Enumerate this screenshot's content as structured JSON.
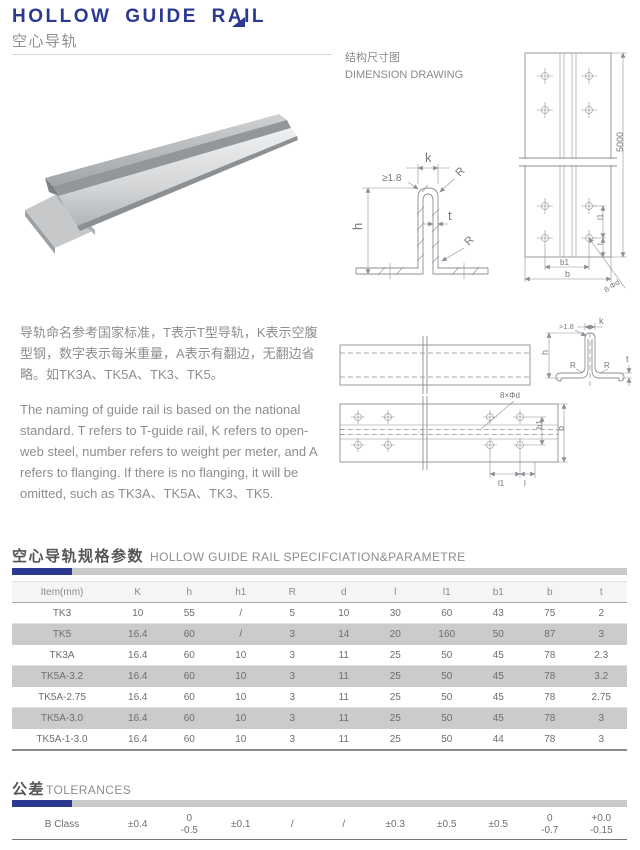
{
  "header": {
    "title": "HOLLOW GUIDE RAIL",
    "subtitle_cn": "空心导轨"
  },
  "drawing_caption": {
    "cn": "结构尺寸图",
    "en": "DIMENSION DRAWING"
  },
  "description": {
    "cn": "导轨命名参考国家标准，T表示T型导轨，K表示空腹型钢，数字表示每米重量，A表示有翻边，无翻边省略。如TK3A、TK5A、TK3、TK5。",
    "en": "The naming of guide rail is based on the national standard. T refers to T-guide rail, K refers to open-web steel, number refers to weight per meter, and A refers to flanging. If there is no flanging, it will be omitted, such as TK3A、TK5A、TK3、TK5."
  },
  "annotations": {
    "k": "k",
    "h": "h",
    "t": "t",
    "r": "R",
    "min_thk": "≥1.8",
    "min_thk2": ">1.8",
    "len": "5000",
    "l1": "l1",
    "l": "l",
    "b1": "b1",
    "b": "b",
    "holes_dash": "8-Φd",
    "holes_x": "8×Φd"
  },
  "spec_section": {
    "title_cn": "空心导轨规格参数",
    "title_en": "HOLLOW GUIDE RAIL SPECIFCIATION&PARAMETRE"
  },
  "spec_table": {
    "columns": [
      "Item(mm)",
      "K",
      "h",
      "h1",
      "R",
      "d",
      "l",
      "l1",
      "b1",
      "b",
      "t"
    ],
    "rows": [
      [
        "TK3",
        "10",
        "55",
        "/",
        "5",
        "10",
        "30",
        "60",
        "43",
        "75",
        "2"
      ],
      [
        "TK5",
        "16.4",
        "60",
        "/",
        "3",
        "14",
        "20",
        "160",
        "50",
        "87",
        "3"
      ],
      [
        "TK3A",
        "16.4",
        "60",
        "10",
        "3",
        "11",
        "25",
        "50",
        "45",
        "78",
        "2.3"
      ],
      [
        "TK5A-3.2",
        "16.4",
        "60",
        "10",
        "3",
        "11",
        "25",
        "50",
        "45",
        "78",
        "3.2"
      ],
      [
        "TK5A-2.75",
        "16.4",
        "60",
        "10",
        "3",
        "11",
        "25",
        "50",
        "45",
        "78",
        "2.75"
      ],
      [
        "TK5A-3.0",
        "16.4",
        "60",
        "10",
        "3",
        "11",
        "25",
        "50",
        "45",
        "78",
        "3"
      ],
      [
        "TK5A-1-3.0",
        "16.4",
        "60",
        "10",
        "3",
        "11",
        "25",
        "50",
        "44",
        "78",
        "3"
      ]
    ]
  },
  "tolerance_section": {
    "title_cn": "公差",
    "title_en": "TOLERANCES",
    "row_label": "B Class",
    "values": [
      "±0.4",
      "0\n-0.5",
      "±0.1",
      "/",
      "/",
      "±0.3",
      "±0.5",
      "±0.5",
      "0\n-0.7",
      "+0.0\n-0.15"
    ]
  },
  "colors": {
    "accent_blue": "#2b3990",
    "bar_gray": "#c9c9c9",
    "row_gray": "#cbcbcb",
    "text_gray": "#8e8e8e"
  }
}
